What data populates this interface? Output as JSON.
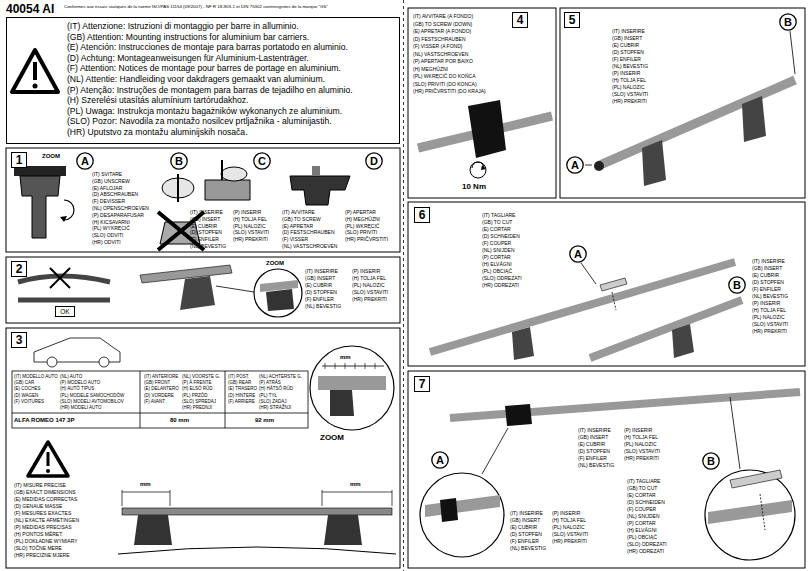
{
  "diagram": {
    "title": "40054 AI",
    "nodes": [
      {
        "text": [
          "(IT) Attenzione: Istruzioni di montaggio per barre in alluminio.",
          "(GB) Attention: Mounting instructions for aluminium bar carriers.",
          "(E) Atención: Instrucciones de montaje para barras portatodo en aluminio.",
          "(D) Achtung: Montageanweisungen für Aluminium-Lastenträger.",
          "(F) Attention: Notices de montage pour barres de portage en aluminium.",
          "(NL) Attentie: Handleiding voor dakdragers gemaakt van aluminium.",
          "(P) Atenção: Instruções de montagem para barras de tejadilho en aluminio.",
          "(H) Szerelési utasítás alumínium tartórudakhoz.",
          "(PL) Uwaga: Instrukcja montażu bagażników wykonanych ze aluminium.",
          "(SLO) Pozor: Navodila za montažo nosilcev prtljažnika - aluminijastih.",
          "(HR) Uputstvo za montažu aluminijskih nosača."
        ]
      },
      {
        "text": [
          "1"
        ]
      },
      {
        "text": [
          "A"
        ]
      },
      {
        "text": [
          "B"
        ]
      },
      {
        "text": [
          "C"
        ]
      },
      {
        "text": [
          "D"
        ]
      },
      {
        "text": [
          "2"
        ]
      },
      {
        "text": [
          "OK"
        ]
      },
      {
        "text": [
          "3"
        ]
      },
      {
        "text": [
          "4"
        ]
      },
      {
        "text": [
          "5"
        ]
      },
      {
        "text": [
          "B"
        ]
      },
      {
        "text": [
          "A"
        ]
      },
      {
        "text": [
          "6"
        ]
      },
      {
        "text": [
          "A"
        ]
      },
      {
        "text": [
          "B"
        ]
      },
      {
        "text": [
          "7"
        ]
      },
      {
        "text": [
          "A"
        ]
      },
      {
        "text": [
          "B"
        ]
      }
    ],
    "labels": [
      "Conformes aux essais statiques de la norme ISO/PAS 11154 (09/2007) - NF R 18-903-1 et DIN 75302 contresignées de la marque \"GS\"",
      "ZOOM",
      "(IT) SVITARE",
      "(GB) UNSCREW",
      "(E) AFLOJAR",
      "(D) ABSCHRAUBEN",
      "(F) DEVISSER",
      "(NL) OPENSCHROEVEN",
      "(P) DESAPARAFUSAR",
      "(H) KICSAVARNI",
      "(PL) WYKRĘCIĆ",
      "(SLO) ODVITI",
      "(HR) ODVITI",
      "(IT) INSERIRE",
      "(GB) INSERT",
      "(E) CUBRIR",
      "(D) STOPFEN",
      "(F) ENFILER",
      "(NL) BEVESTIG",
      "(P) INSERIR",
      "(H) TOLJA FEL",
      "(PL) NALOZIC",
      "(SLO) VSTAVITI",
      "(HR) PREKRITI",
      "(IT) AVVITARE",
      "(GB) TO SCREW",
      "(E) APRETAR",
      "(D) FESTSCHRAUBEN",
      "(F) VISSER",
      "(NL) VASTSCHROEVEN",
      "(P) APERTAR",
      "(H) MEGHÚZNI",
      "(PL) WKRĘCIĆ",
      "(SLO) PRIVITI",
      "(HR) PRIČVRSTITI",
      "ZOOM",
      "(IT) INSERIRE",
      "(GB) INSERT",
      "(E) CUBRIR",
      "(D) STOPFEN",
      "(F) ENFILER",
      "(NL) BEVESTIG",
      "(P) INSERIR",
      "(H) TOLJA FEL",
      "(PL) NALOZIC",
      "(SLO) VSTAVITI",
      "(HR) PREKRITI",
      "(IT) MODELLO AUTO",
      "(GB) CAR",
      "(E) COCHES",
      "(D) WAGEN",
      "(F) VOITURES",
      "(NL) AUTO",
      "(P) MODELO AUTO",
      "(H) AUTÓ TIPUS",
      "(PL) MODELE SAMOCHODÓW",
      "(SLO) MODELI AVTOMOBILOV",
      "(HR) MODELI AUTO",
      "(IT) ANTERIORE",
      "(GB) FRONT",
      "(E) DELANTERO",
      "(D) VORDERE",
      "(F) AVANT",
      "(NL) VOORSTE G.",
      "(P) À FRENTE",
      "(H) ELSŐ RÚD",
      "(PL) PRZÓD",
      "(SLO) SPREDAJ",
      "(HR) PREDNJI",
      "(IT) POST.",
      "(GB) REAR",
      "(E) TRASERO",
      "(D) HINTERE",
      "(F) ARRIERE",
      "(NL) ACHTERSTE G.",
      "(P) ATRÁS",
      "(H) HÁTSÓ RÚD",
      "(PL) TYŁ",
      "(SLO) ZADAJ",
      "(HR) STRAŽNJI",
      "ALFA ROMEO 147 3P",
      "80 mm",
      "92 mm",
      "mm",
      "ZOOM",
      "(IT) MISURE PRECISE",
      "(GB) EXACT DIMENSIONS",
      "(E) MEDIDAS CORRECTAS",
      "(D) GENAUE MASSE",
      "(F) MESURES EXACTES",
      "(NL) EXACTE AFMETINGEN",
      "(P) MEDIDAS PRECISAS",
      "(H) PONTOS MÉRET",
      "(PL) DOKŁADNE WYMIARY",
      "(SLO) TOČNE MERE",
      "(HR) PRECIZNE MJERE",
      "mm",
      "mm",
      "(IT) AVVITARE (A FONDO)",
      "(GB) TO SCREW (DOWN)",
      "(E) APRETAR (A FONDO)",
      "(D) FESTSCHRAUBEN",
      "(F) VISSER (A FOND)",
      "(NL) VASTSCHROEVEN",
      "(P) APERTAR POR BAIXO",
      "(H) MEGHÚZNI",
      "(PL) WKRĘCIĆ DO KOŃCA",
      "(SLO) PRIVITI (DO KONCA)",
      "(HR) PRIČVRSTITI (DO KRAJA)",
      "10 Nm",
      "(IT) INSERIRE",
      "(GB) INSERT",
      "(E) CUBRIR",
      "(D) STOPFEN",
      "(F) ENFILER",
      "(NL) BEVESTIG",
      "(P) INSERIR",
      "(H) TOLJA FEL",
      "(PL) NALOZIC",
      "(SLO) VSTAVITI",
      "(HR) PREKRITI",
      "(IT) TAGLIARE",
      "(GB) TO CUT",
      "(E) CORTAR",
      "(D) SCHNEIDEN",
      "(F) COUPER",
      "(NL) SNIJDEN",
      "(P) CORTAR",
      "(H) ELVÁGNI",
      "(PL) OBCIĄĆ",
      "(SLO) ODREZATI",
      "(HR) ODREZATI",
      "(IT) INSERIRE",
      "(GB) INSERT",
      "(E) CUBRIR",
      "(D) STOPFEN",
      "(F) ENFILER",
      "(NL) BEVESTIG",
      "(P) INSERIR",
      "(H) TOLJA FEL",
      "(PL) NALOZIC",
      "(SLO) VSTAVITI",
      "(HR) PREKRITI",
      "(IT) INSERIRE",
      "(GB) INSERT",
      "(E) CUBRIR",
      "(D) STOPFEN",
      "(F) ENFILER",
      "(NL) BEVESTIG",
      "(P) INSERIR",
      "(H) TOLJA FEL",
      "(PL) NALOZIC",
      "(SLO) VSTAVITI",
      "(HR) PREKRITI",
      "(IT) INSERIRE",
      "(GB) INSERT",
      "(E) CUBRIR",
      "(D) STOPFEN",
      "(F) ENFILER",
      "(NL) BEVESTIG",
      "(P) INSERIR",
      "(H) TOLJA FEL",
      "(PL) NALOZIC",
      "(SLO) VSTAVITI",
      "(HR) PREKRITI",
      "(IT) TAGLIARE",
      "(GB) TO CUT",
      "(E) CORTAR",
      "(D) SCHNEIDEN",
      "(F) COUPER",
      "(NL) SNIJDEN",
      "(P) CORTAR",
      "(H) ELVÁGNI",
      "(PL) OBCIĄĆ",
      "(SLO) ODREZATI",
      "(HR) ODREZATI"
    ]
  }
}
